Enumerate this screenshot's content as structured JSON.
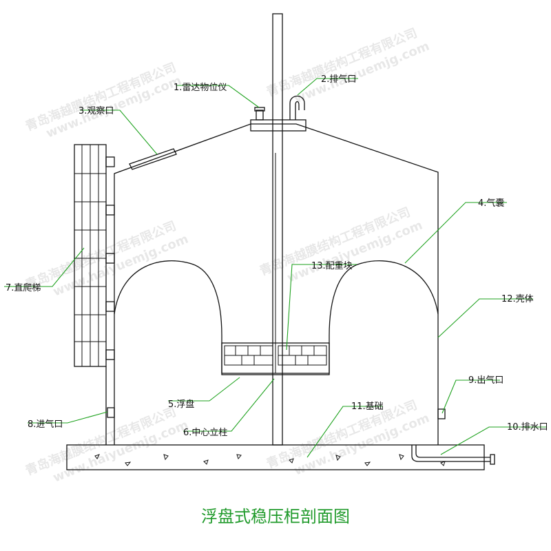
{
  "title": "浮盘式稳压柜剖面图",
  "watermark": {
    "company": "青岛海越膜结构工程有限公司",
    "site": "www.haiyuemjg.com"
  },
  "colors": {
    "leader": "#1ea21e",
    "title": "#1f9a2a",
    "line": "#111111"
  },
  "labels": {
    "radar_level_meter": "1.雷达物位仪",
    "exhaust_port": "2.排气口",
    "observation_port": "3.观察口",
    "air_bag": "4.气囊",
    "floating_disc": "5.浮盘",
    "center_column": "6.中心立柱",
    "vertical_ladder": "7.直爬梯",
    "air_inlet": "8.进气口",
    "air_outlet": "9.出气口",
    "drain_port": "10.排水口",
    "foundation": "11.基础",
    "shell": "12.壳体",
    "counterweight_block": "13.配重块"
  }
}
